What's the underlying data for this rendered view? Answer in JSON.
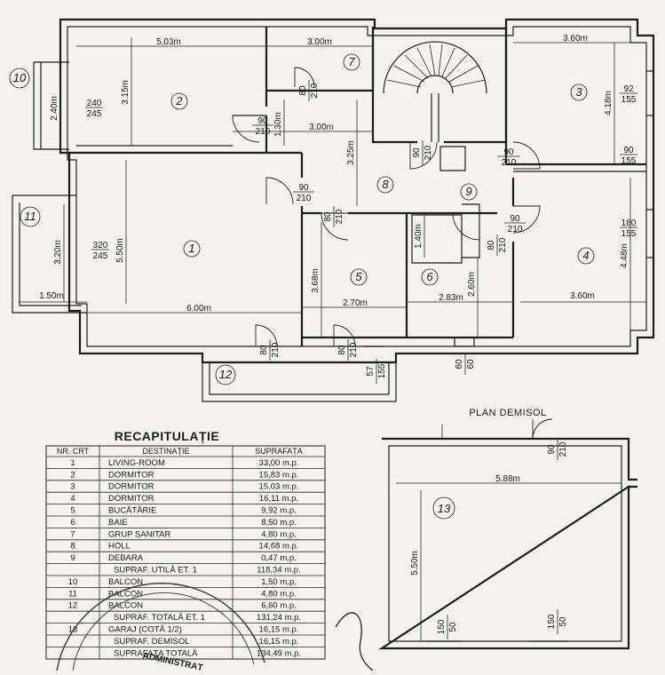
{
  "plan_title": "PLAN DEMISOL",
  "rooms": [
    {
      "label": "1"
    },
    {
      "label": "2"
    },
    {
      "label": "3"
    },
    {
      "label": "4"
    },
    {
      "label": "5"
    },
    {
      "label": "6"
    },
    {
      "label": "7"
    },
    {
      "label": "8"
    },
    {
      "label": "9"
    },
    {
      "label": "10"
    },
    {
      "label": "11"
    },
    {
      "label": "12"
    },
    {
      "label": "13"
    }
  ],
  "dimensions": {
    "room2_w": "5.03m",
    "room2_h": "3.15m",
    "room7_w": "3.00m",
    "hall_w": "3.00m",
    "room3_w": "3.60m",
    "room3_h": "4.18m",
    "room10_h": "2.40m",
    "hall_h": "3.25m",
    "room1_h": "5.50m",
    "room1_w": "6.00m",
    "room11_h": "3.20m",
    "room11_w": "1.50m",
    "room9_h": "1.40m",
    "room5_h": "3.68m",
    "room5_w": "2.70m",
    "room6_h": "2.60m",
    "room6_w": "2.83m",
    "room4_h": "4.48m",
    "room4_w": "3.60m",
    "corr_h": "1.30m",
    "garage_w": "5.88m",
    "garage_h": "5.50m"
  },
  "openings": [
    {
      "num": "240",
      "den": "245"
    },
    {
      "num": "320",
      "den": "245"
    },
    {
      "num": "92",
      "den": "155"
    },
    {
      "num": "90",
      "den": "155"
    },
    {
      "num": "180",
      "den": "155"
    },
    {
      "num": "57",
      "den": "155"
    },
    {
      "num": "60",
      "den": "60"
    },
    {
      "num": "150",
      "den": "50"
    },
    {
      "num": "150",
      "den": "50"
    }
  ],
  "doors": [
    {
      "num": "80",
      "den": "210"
    },
    {
      "num": "90",
      "den": "210"
    },
    {
      "num": "90",
      "den": "210"
    },
    {
      "num": "90",
      "den": "210"
    },
    {
      "num": "90",
      "den": "210"
    },
    {
      "num": "80",
      "den": "210"
    },
    {
      "num": "80",
      "den": "210"
    },
    {
      "num": "90",
      "den": "210"
    },
    {
      "num": "80",
      "den": "210"
    },
    {
      "num": "80",
      "den": "210"
    },
    {
      "num": "90",
      "den": "210"
    }
  ],
  "table": {
    "title": "RECAPITULAȚIE",
    "headers": [
      "NR. CRT",
      "DESTINAȚIE",
      "SUPRAFAȚA"
    ],
    "rows": [
      [
        "1",
        "LIVING-ROOM",
        "33,00 m.p."
      ],
      [
        "2",
        "DORMITOR",
        "15,83 m.p."
      ],
      [
        "3",
        "DORMITOR",
        "15,03 m.p."
      ],
      [
        "4",
        "DORMITOR",
        "16,11 m.p."
      ],
      [
        "5",
        "BUCĂTĂRIE",
        "9,92 m.p."
      ],
      [
        "6",
        "BAIE",
        "8,50 m.p."
      ],
      [
        "7",
        "GRUP SANITAR",
        "4,80 m.p."
      ],
      [
        "8",
        "HOLL",
        "14,68 m.p."
      ],
      [
        "9",
        "DEBARA",
        "0,47 m.p."
      ],
      [
        "",
        "SUPRAF. UTILĂ ET. 1",
        "118,34 m.p."
      ],
      [
        "10",
        "BALCON",
        "1,50 m.p."
      ],
      [
        "11",
        "BALCON",
        "4,80 m.p."
      ],
      [
        "12",
        "BALCON",
        "6,60 m.p."
      ],
      [
        "",
        "SUPRAF. TOTALĂ ET. 1",
        "131,24 m.p."
      ],
      [
        "13",
        "GARAJ (COTĂ 1/2)",
        "16,15 m.p."
      ],
      [
        "",
        "SUPRAF. DEMISOL",
        "16,15 m.p."
      ],
      [
        "",
        "SUPRAFAȚA TOTALĂ",
        "134,49 m.p."
      ]
    ]
  },
  "stamp_text": "ADMINISTRAȚ"
}
